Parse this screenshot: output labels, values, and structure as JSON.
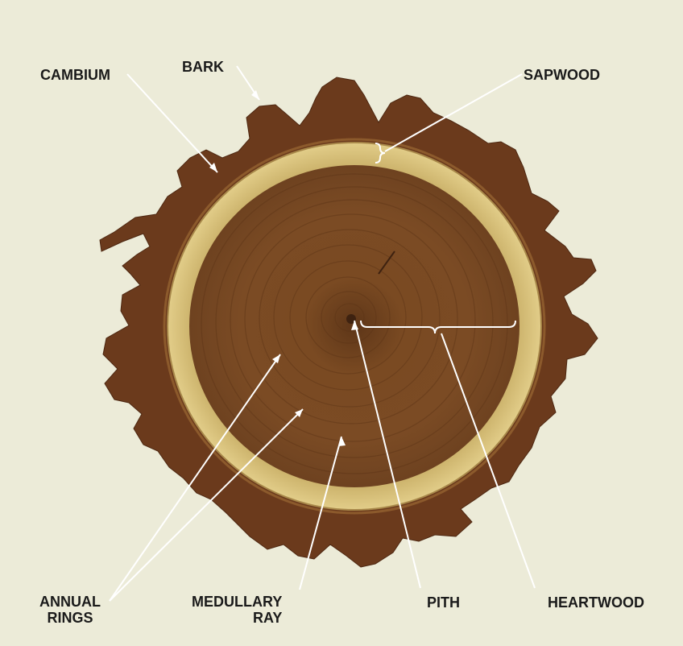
{
  "labels": {
    "cambium": "CAMBIUM",
    "bark": "BARK",
    "sapwood": "SAPWOOD",
    "annual_rings_line1": "ANNUAL",
    "annual_rings_line2": "RINGS",
    "medullary_ray_line1": "MEDULLARY",
    "medullary_ray_line2": "RAY",
    "pith": "PITH",
    "heartwood": "HEARTWOOD"
  },
  "colors": {
    "background": "#ecebd8",
    "bark": "#6b3a1c",
    "sapwood": "#d9c27a",
    "heartwood": "#7a4a22",
    "leader_line": "#ffffff",
    "label_text": "#1a1a1a"
  }
}
